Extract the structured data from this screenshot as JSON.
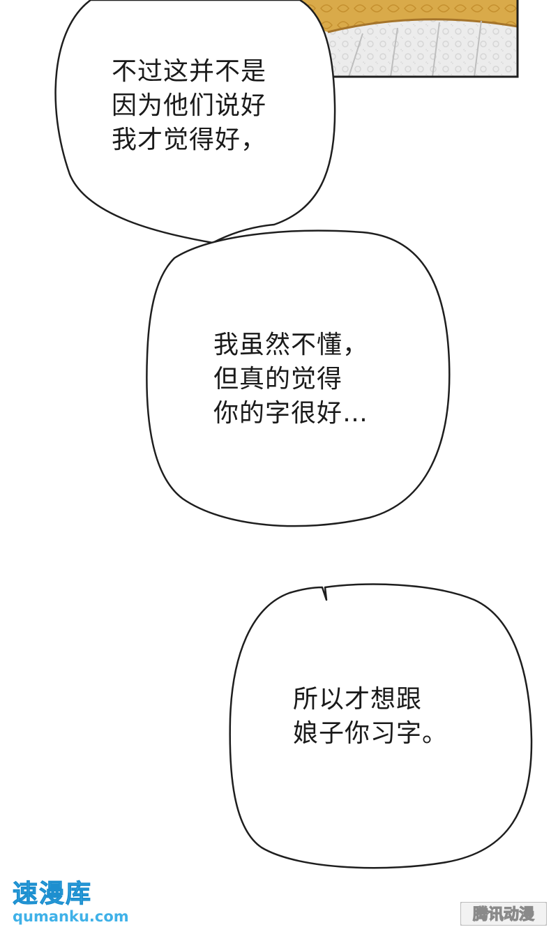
{
  "bubbles": [
    {
      "lines": "不过这并不是\n因为他们说好\n我才觉得好，"
    },
    {
      "lines": "我虽然不懂，\n但真的觉得\n你的字很好…"
    },
    {
      "lines": "所以才想跟\n娘子你习字。"
    }
  ],
  "watermark_left": {
    "title": "速漫库",
    "url": "qumanku.com"
  },
  "watermark_right": {
    "text": "腾讯动漫"
  },
  "colors": {
    "outline": "#1e1e1e",
    "watermark_blue": "#3fb1e8",
    "panel_gold": "#d9aa4a"
  }
}
